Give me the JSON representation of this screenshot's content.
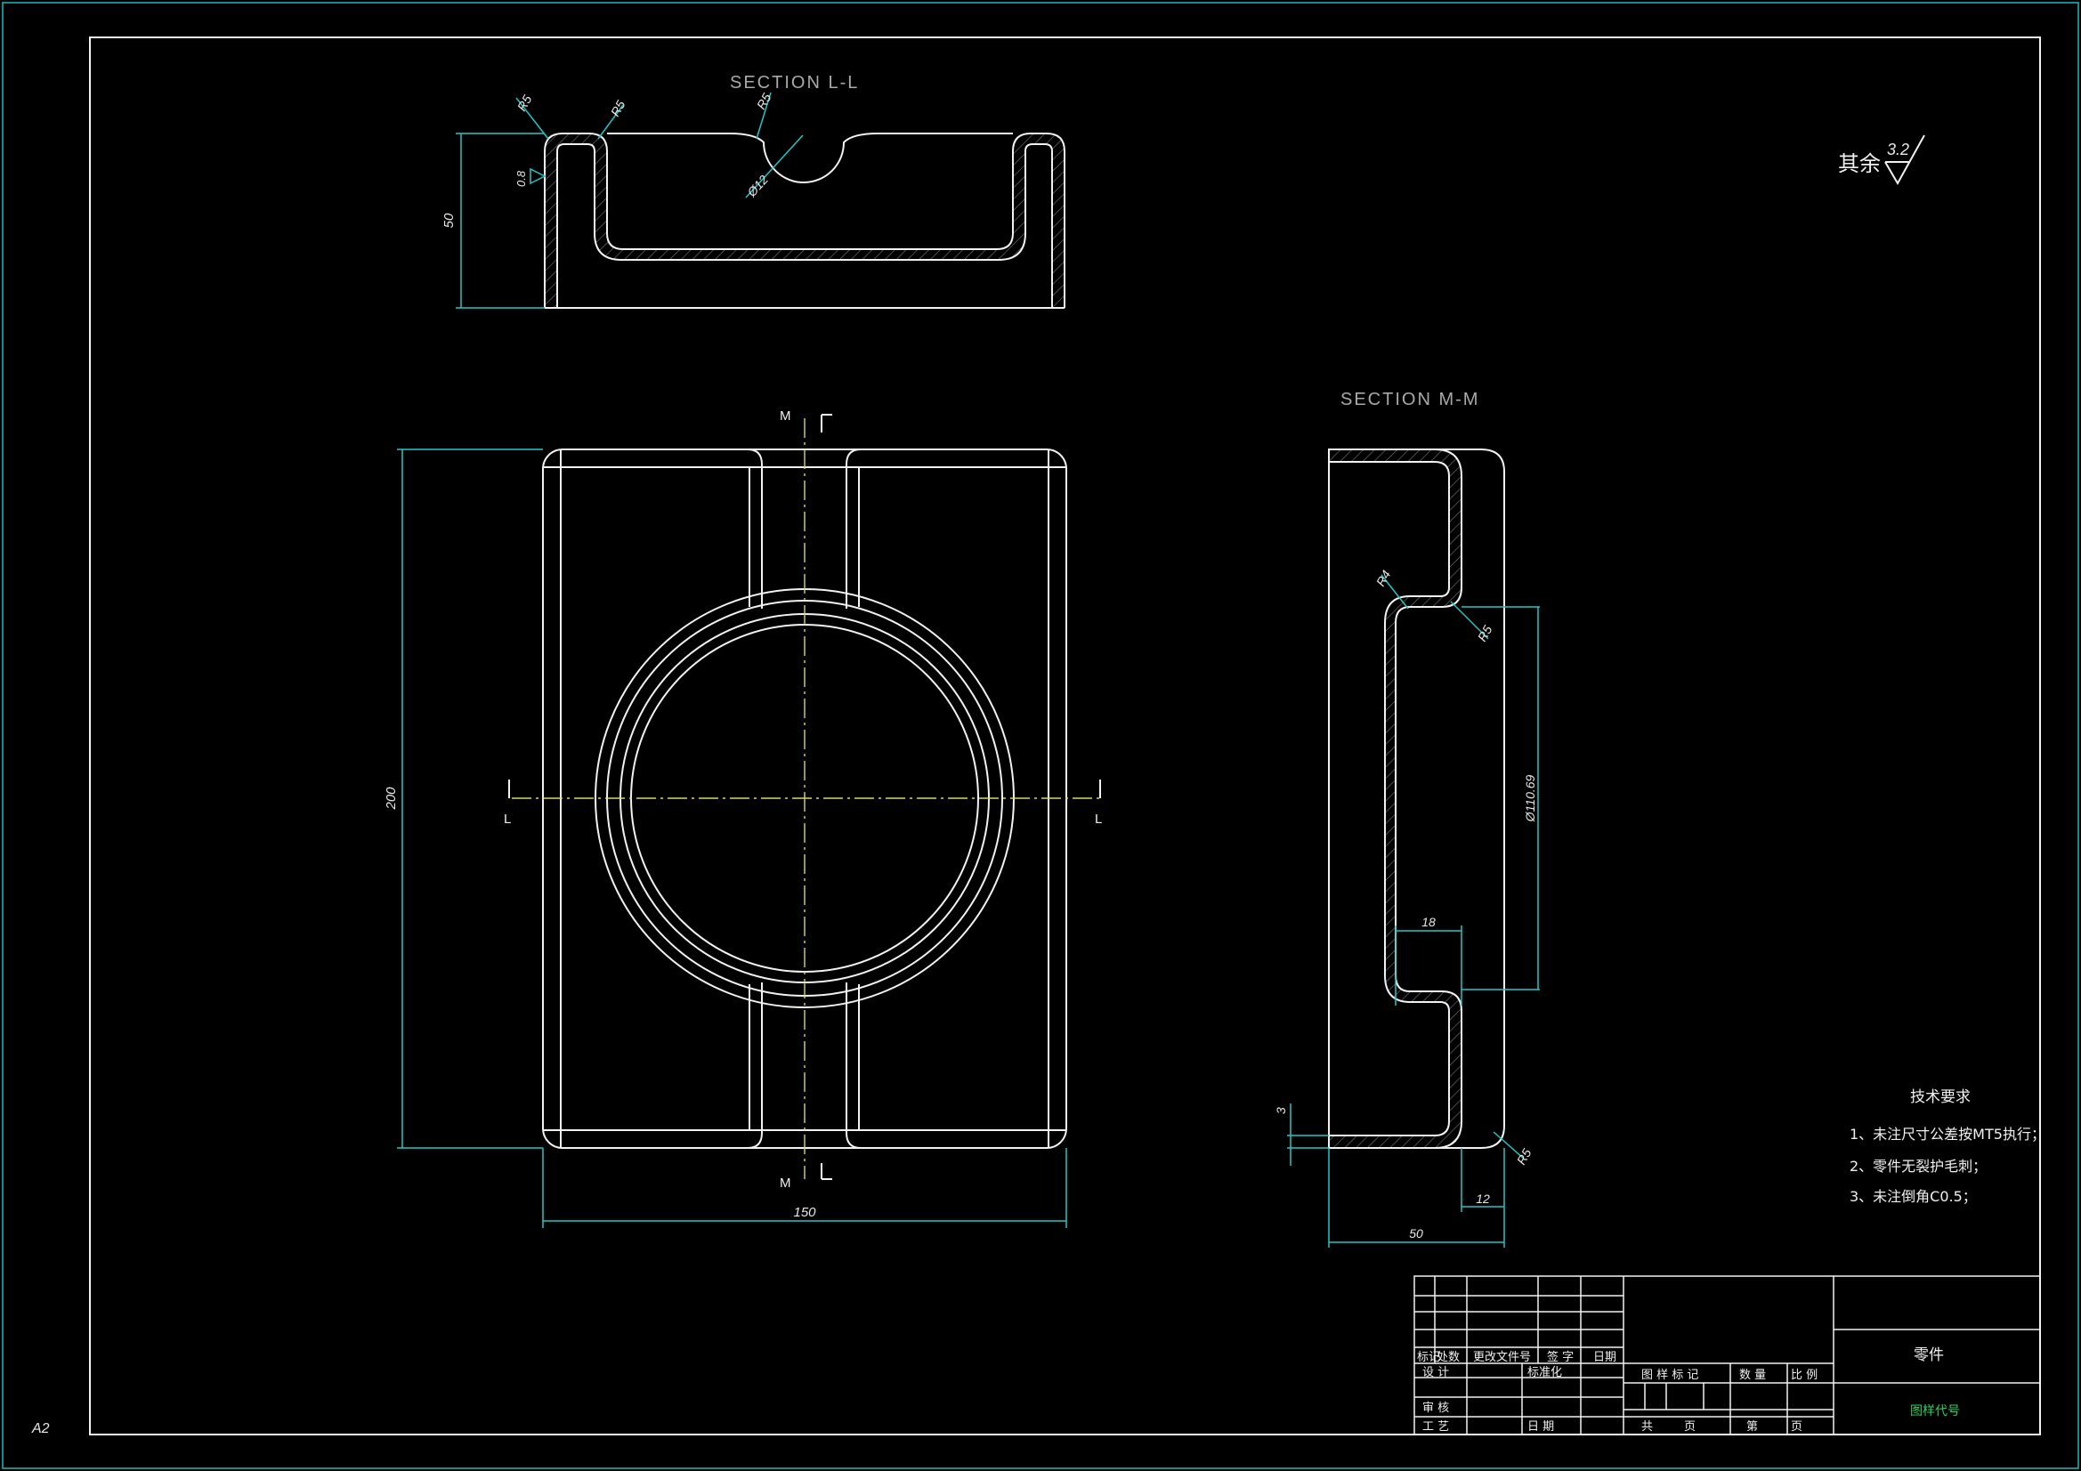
{
  "views": {
    "section_ll": {
      "title": "SECTION L-L",
      "height_dim": "50",
      "radius_1": "R5",
      "radius_2": "R5",
      "radius_3": "R5",
      "hole_dia": "Ø12",
      "roughness": "0.8"
    },
    "section_mm": {
      "title": "SECTION M-M",
      "radius_top": "R4",
      "radius_right": "R5",
      "radius_bottom": "R5",
      "bore_dim": "Ø110.69",
      "step_dim": "18",
      "thickness_dim": "3",
      "flange_dim": "12",
      "width_dim": "50"
    },
    "plan": {
      "height_dim": "200",
      "width_dim": "150",
      "cut_m": "M",
      "cut_l": "L"
    }
  },
  "surface_finish": {
    "prefix": "其余",
    "value": "3.2"
  },
  "tech_requirements": {
    "title": "技术要求",
    "items": [
      "1、未注尺寸公差按MT5执行；",
      "2、零件无裂护毛刺；",
      "3、未注倒角C0.5；"
    ]
  },
  "title_block": {
    "rev_headers": [
      "标记",
      "处数",
      "更改文件号",
      "签 字",
      "日期"
    ],
    "design": "设 计",
    "standardize": "标准化",
    "review": "审 核",
    "process": "工 艺",
    "date": "日 期",
    "stage_mark": "图 样 标 记",
    "quantity": "数 量",
    "scale": "比 例",
    "total": "共",
    "sheet": "页",
    "page_no": "第",
    "page": "页",
    "part_name": "零件",
    "drawing_no": "图样代号"
  },
  "sheet_size": "A2",
  "colors": {
    "background": "#000000",
    "outline": "#f2f2f2",
    "dimension": "#22c7c7",
    "centerline": "#d7d76a",
    "drawing_no": "#2fd25a"
  }
}
